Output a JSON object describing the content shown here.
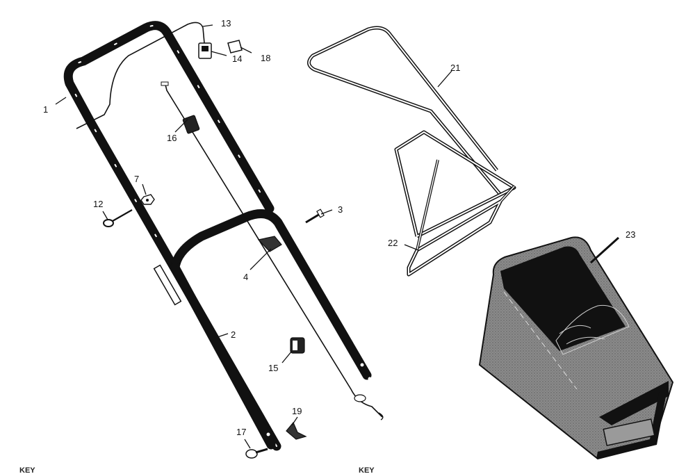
{
  "callouts": [
    {
      "id": "1",
      "label": "1"
    },
    {
      "id": "2",
      "label": "2"
    },
    {
      "id": "3",
      "label": "3"
    },
    {
      "id": "4",
      "label": "4"
    },
    {
      "id": "7",
      "label": "7"
    },
    {
      "id": "12",
      "label": "12"
    },
    {
      "id": "13",
      "label": "13"
    },
    {
      "id": "14",
      "label": "14"
    },
    {
      "id": "15",
      "label": "15"
    },
    {
      "id": "16",
      "label": "16"
    },
    {
      "id": "17",
      "label": "17"
    },
    {
      "id": "18",
      "label": "18"
    },
    {
      "id": "19",
      "label": "19"
    },
    {
      "id": "21",
      "label": "21"
    },
    {
      "id": "22",
      "label": "22"
    },
    {
      "id": "23",
      "label": "23"
    }
  ],
  "footer": {
    "left_label": "KEY",
    "right_label": "KEY"
  },
  "colors": {
    "line": "#111111",
    "bag_fabric": "#7a7a7a",
    "bag_dark": "#1a1a1a"
  }
}
